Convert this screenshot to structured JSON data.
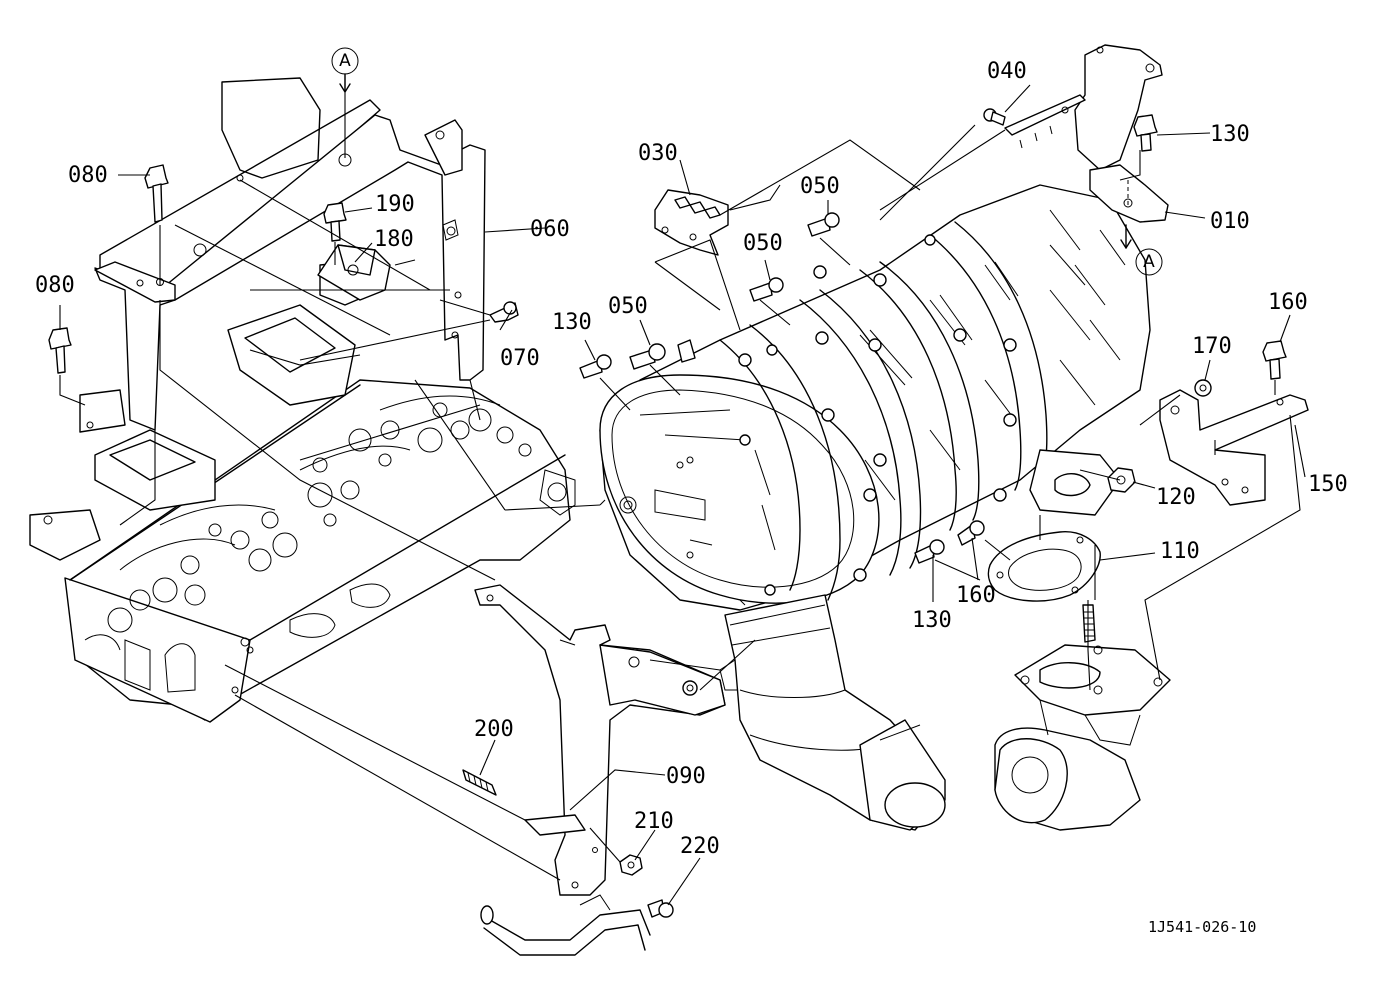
{
  "parts": [
    {
      "id": "p010",
      "label": "010"
    },
    {
      "id": "p030",
      "label": "030"
    },
    {
      "id": "p040",
      "label": "040"
    },
    {
      "id": "p050a",
      "label": "050"
    },
    {
      "id": "p050b",
      "label": "050"
    },
    {
      "id": "p050c",
      "label": "050"
    },
    {
      "id": "p060",
      "label": "060"
    },
    {
      "id": "p070",
      "label": "070"
    },
    {
      "id": "p080a",
      "label": "080"
    },
    {
      "id": "p080b",
      "label": "080"
    },
    {
      "id": "p090",
      "label": "090"
    },
    {
      "id": "p110",
      "label": "110"
    },
    {
      "id": "p120",
      "label": "120"
    },
    {
      "id": "p130a",
      "label": "130"
    },
    {
      "id": "p130b",
      "label": "130"
    },
    {
      "id": "p130c",
      "label": "130"
    },
    {
      "id": "p150",
      "label": "150"
    },
    {
      "id": "p160a",
      "label": "160"
    },
    {
      "id": "p160b",
      "label": "160"
    },
    {
      "id": "p170",
      "label": "170"
    },
    {
      "id": "p180",
      "label": "180"
    },
    {
      "id": "p190",
      "label": "190"
    },
    {
      "id": "p200",
      "label": "200"
    },
    {
      "id": "p210",
      "label": "210"
    },
    {
      "id": "p220",
      "label": "220"
    }
  ],
  "markers": {
    "a_top": "A",
    "a_right": "A"
  },
  "drawing_ref": "1J541-026-10"
}
